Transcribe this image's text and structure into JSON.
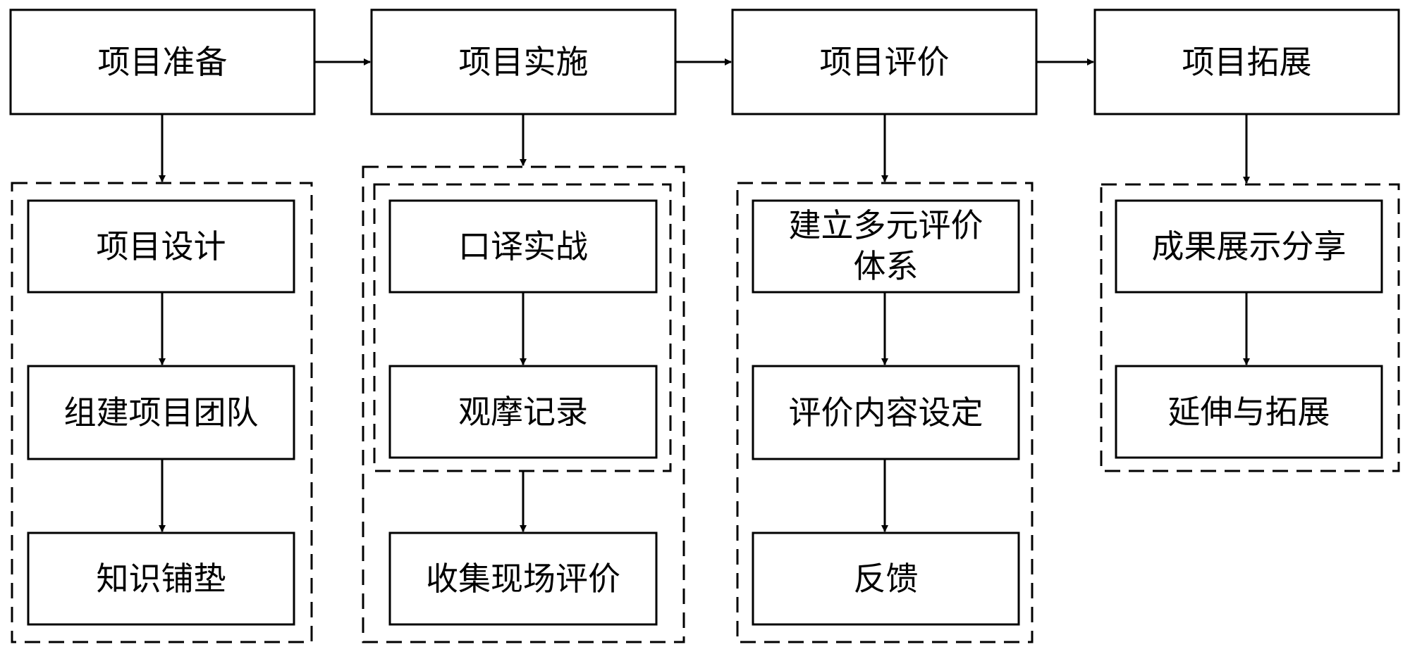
{
  "stages": {
    "prepare": {
      "label": "项目准备"
    },
    "implement": {
      "label": "项目实施"
    },
    "evaluate": {
      "label": "项目评价"
    },
    "expand": {
      "label": "项目拓展"
    }
  },
  "steps": {
    "design": {
      "label": "项目设计"
    },
    "team": {
      "label": "组建项目团队"
    },
    "knowledge": {
      "label": "知识铺垫"
    },
    "interpret": {
      "label": "口译实战"
    },
    "observe": {
      "label": "观摩记录"
    },
    "collect": {
      "label": "收集现场评价"
    },
    "system": {
      "line1": "建立多元评价",
      "line2": "体系"
    },
    "content": {
      "label": "评价内容设定"
    },
    "feedback": {
      "label": "反馈"
    },
    "share": {
      "label": "成果展示分享"
    },
    "extend": {
      "label": "延伸与拓展"
    }
  }
}
